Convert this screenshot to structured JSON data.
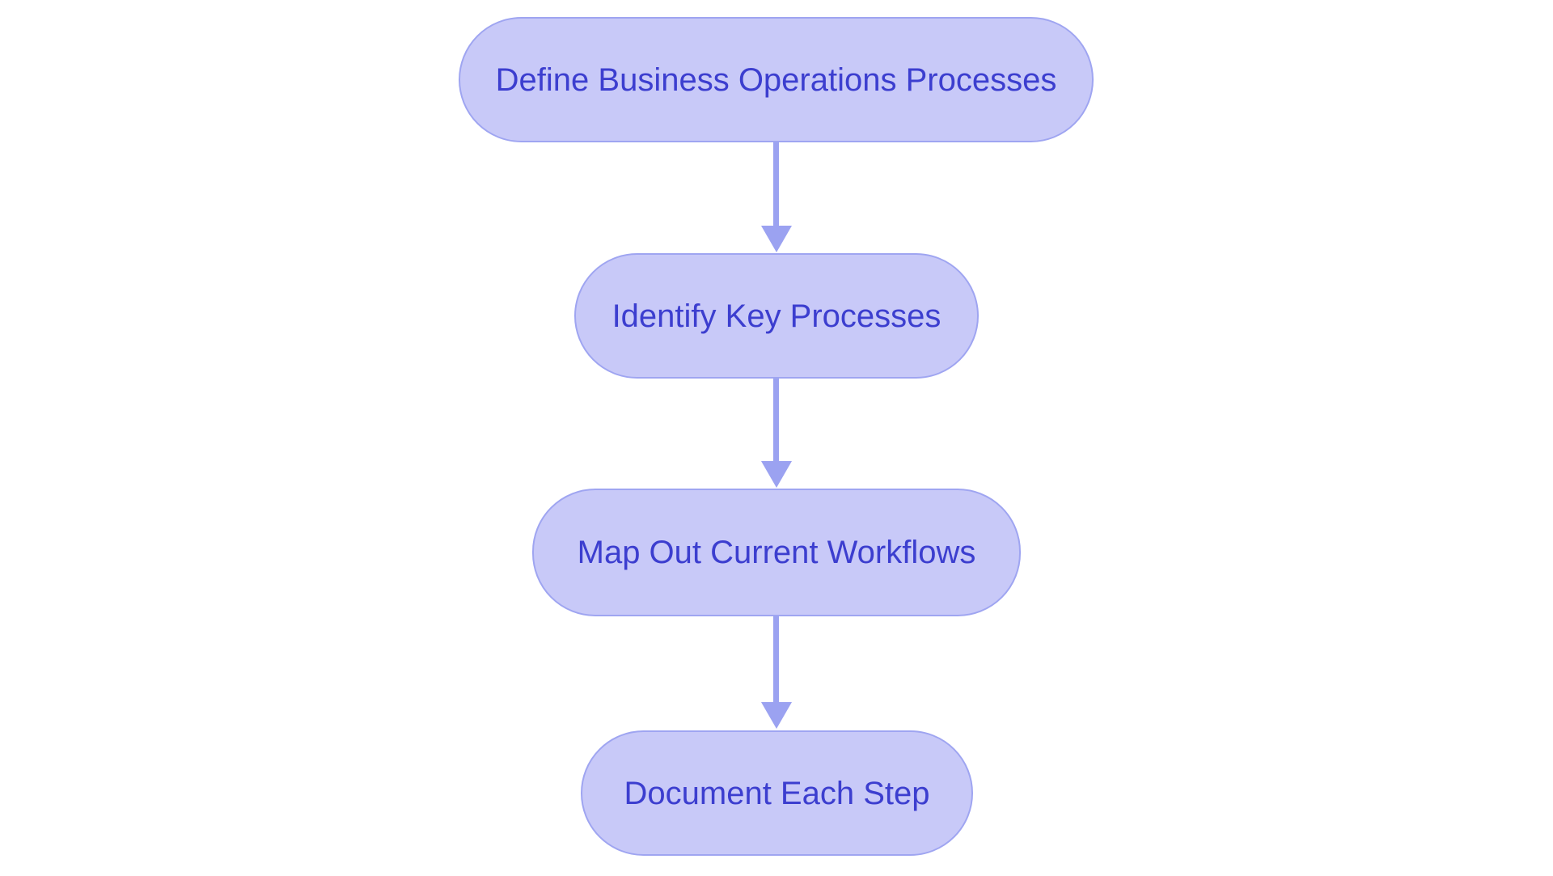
{
  "diagram": {
    "type": "flowchart",
    "direction": "top-to-bottom",
    "nodes": [
      {
        "id": "node-1",
        "label": "Define Business Operations Processes"
      },
      {
        "id": "node-2",
        "label": "Identify Key Processes"
      },
      {
        "id": "node-3",
        "label": "Map Out Current Workflows"
      },
      {
        "id": "node-4",
        "label": "Document Each Step"
      }
    ],
    "connections": [
      {
        "from": "node-1",
        "to": "node-2",
        "style": "arrow-down"
      },
      {
        "from": "node-2",
        "to": "node-3",
        "style": "arrow-down"
      },
      {
        "from": "node-3",
        "to": "node-4",
        "style": "arrow-down"
      }
    ]
  },
  "colors": {
    "node-fill": "#c8c9f8",
    "node-border": "#9fa5f1",
    "node-text": "#3c3ecf",
    "arrow": "#9ba2f1",
    "background": "#ffffff"
  }
}
